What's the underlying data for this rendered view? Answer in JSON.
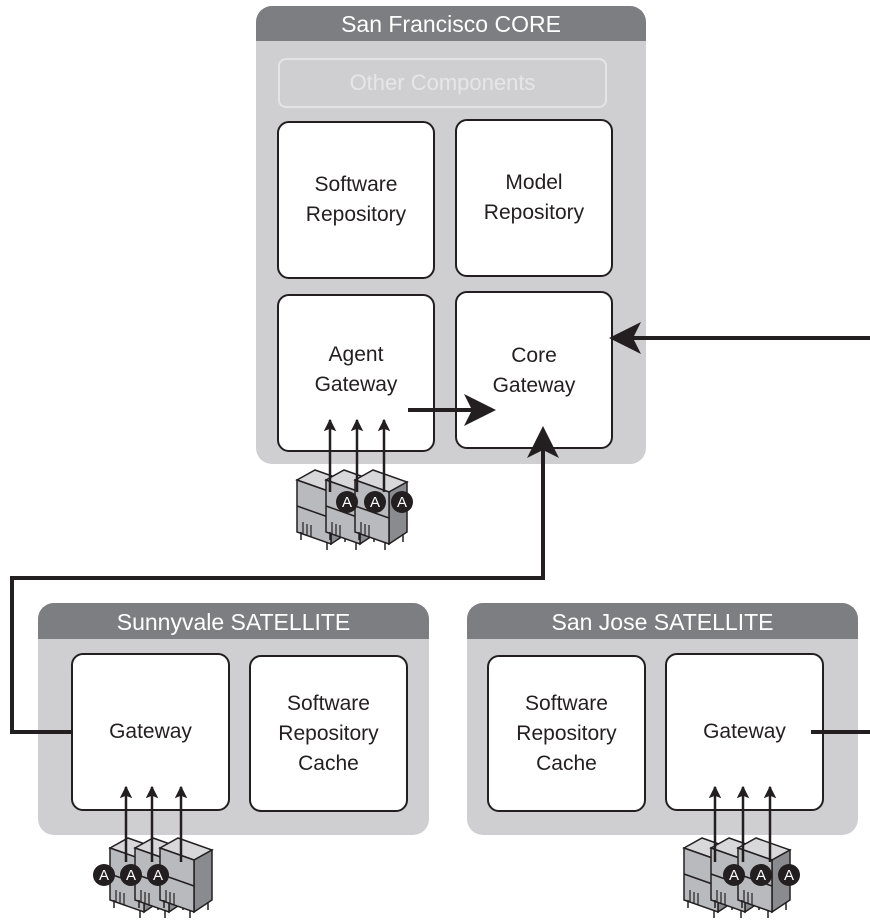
{
  "sites": {
    "core": {
      "title": "San Francisco CORE",
      "other_components": "Other Components",
      "software_repository": "Software\nRepository",
      "model_repository": "Model\nRepository",
      "agent_gateway": "Agent\nGateway",
      "core_gateway": "Core\nGateway"
    },
    "sunnyvale": {
      "title": "Sunnyvale SATELLITE",
      "gateway": "Gateway",
      "software_repository_cache": "Software\nRepository\nCache"
    },
    "san_jose": {
      "title": "San Jose SATELLITE",
      "software_repository_cache": "Software\nRepository\nCache",
      "gateway": "Gateway"
    }
  },
  "agent_badge_label": "A",
  "colors": {
    "panel_bg": "#cfcfd1",
    "panel_header": "#7d7e81",
    "line": "#231f20",
    "ghost_text": "#e6e6e8"
  },
  "icons": {
    "agent_server": "server-cabinet-icon",
    "agent_badge": "agent-badge-icon"
  }
}
